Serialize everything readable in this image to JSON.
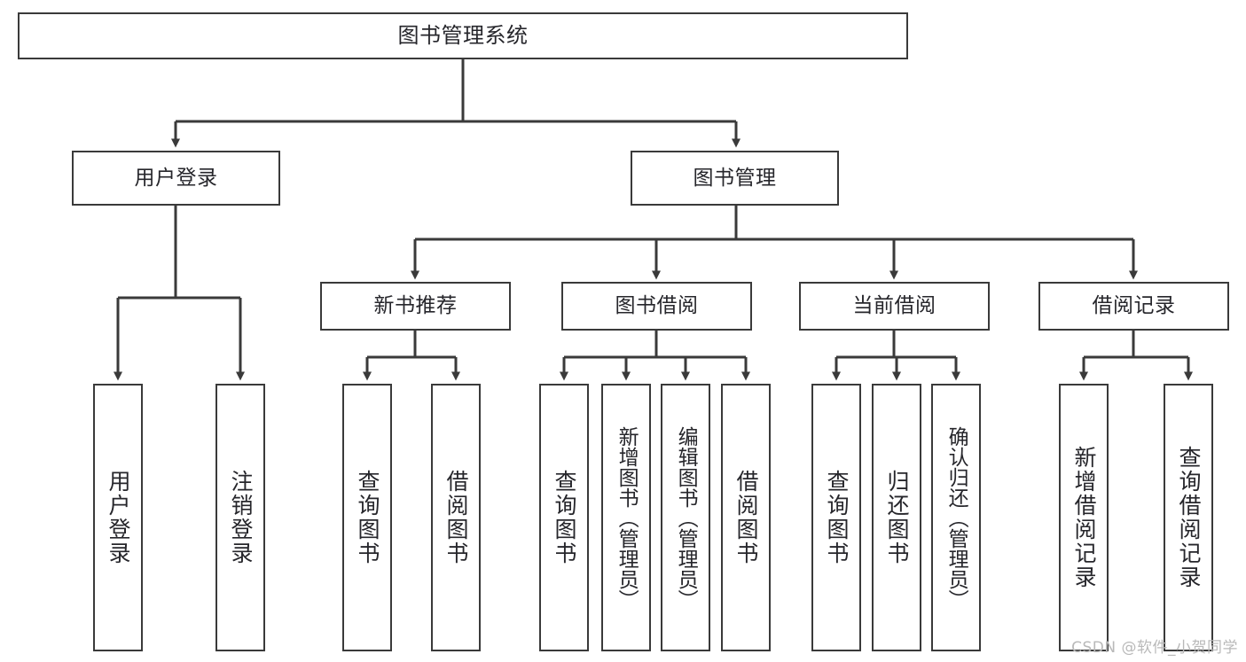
{
  "diagram": {
    "title": "图书管理系统",
    "type": "hierarchy-tree",
    "colors": {
      "box_border": "#3a3a3a",
      "box_fill": "#ffffff",
      "text": "#26262b",
      "connector": "#3a3a3a",
      "watermark": "#b9b9b9"
    },
    "root": {
      "label": "图书管理系统"
    },
    "level2": [
      {
        "label": "用户登录"
      },
      {
        "label": "图书管理"
      }
    ],
    "level3": [
      {
        "label": "新书推荐"
      },
      {
        "label": "图书借阅"
      },
      {
        "label": "当前借阅"
      },
      {
        "label": "借阅记录"
      }
    ],
    "leaves_user_login": [
      {
        "label": "用户登录"
      },
      {
        "label": "注销登录"
      }
    ],
    "leaves_new_book": [
      {
        "label": "查询图书"
      },
      {
        "label": "借阅图书"
      }
    ],
    "leaves_borrow": [
      {
        "label": "查询图书"
      },
      {
        "label": "新增图书（管理员）"
      },
      {
        "label": "编辑图书（管理员）"
      },
      {
        "label": "借阅图书"
      }
    ],
    "leaves_current": [
      {
        "label": "查询图书"
      },
      {
        "label": "归还图书"
      },
      {
        "label": "确认归还（管理员）"
      }
    ],
    "leaves_records": [
      {
        "label": "新增借阅记录"
      },
      {
        "label": "查询借阅记录"
      }
    ]
  },
  "watermark": {
    "text": "CSDN @软件_小贺同学"
  }
}
